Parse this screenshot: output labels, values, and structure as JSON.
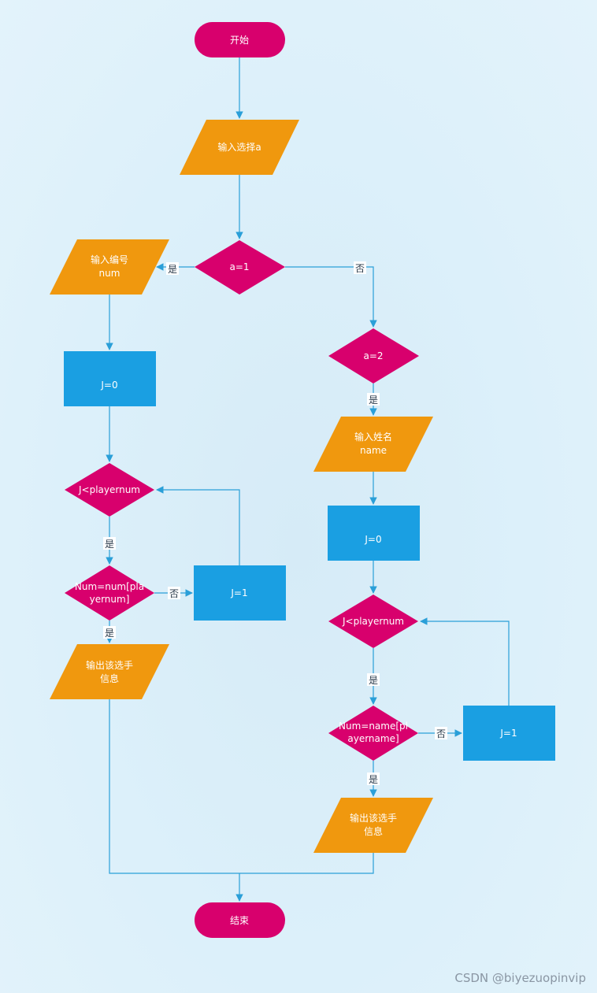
{
  "colors": {
    "terminal": "#d8006d",
    "decision": "#d8006d",
    "io": "#f0980e",
    "process": "#1a9fe2",
    "edge": "#2a9fd8"
  },
  "nodes": {
    "start": {
      "label": "开始"
    },
    "input_a": {
      "label": "输入选择a"
    },
    "decision_a1": {
      "label": "a=1"
    },
    "input_num": {
      "line1": "输入编号",
      "line2": "num"
    },
    "j0_left": {
      "label": "J=0"
    },
    "decision_j_left": {
      "label": "J<playernum"
    },
    "decision_num": {
      "line1": "Num=num[pla",
      "line2": "yernum]"
    },
    "j1_left": {
      "label": "J=1"
    },
    "output_left": {
      "line1": "输出该选手",
      "line2": "信息"
    },
    "decision_a2": {
      "label": "a=2"
    },
    "input_name": {
      "line1": "输入姓名",
      "line2": "name"
    },
    "j0_right": {
      "label": "J=0"
    },
    "decision_j_right": {
      "label": "J<playernum"
    },
    "decision_name": {
      "line1": "Num=name[pl",
      "line2": "ayername]"
    },
    "j1_right": {
      "label": "J=1"
    },
    "output_right": {
      "line1": "输出该选手",
      "line2": "信息"
    },
    "end": {
      "label": "结束"
    }
  },
  "edge_labels": {
    "yes": "是",
    "no": "否"
  },
  "watermark": "CSDN @biyezuopinvip"
}
